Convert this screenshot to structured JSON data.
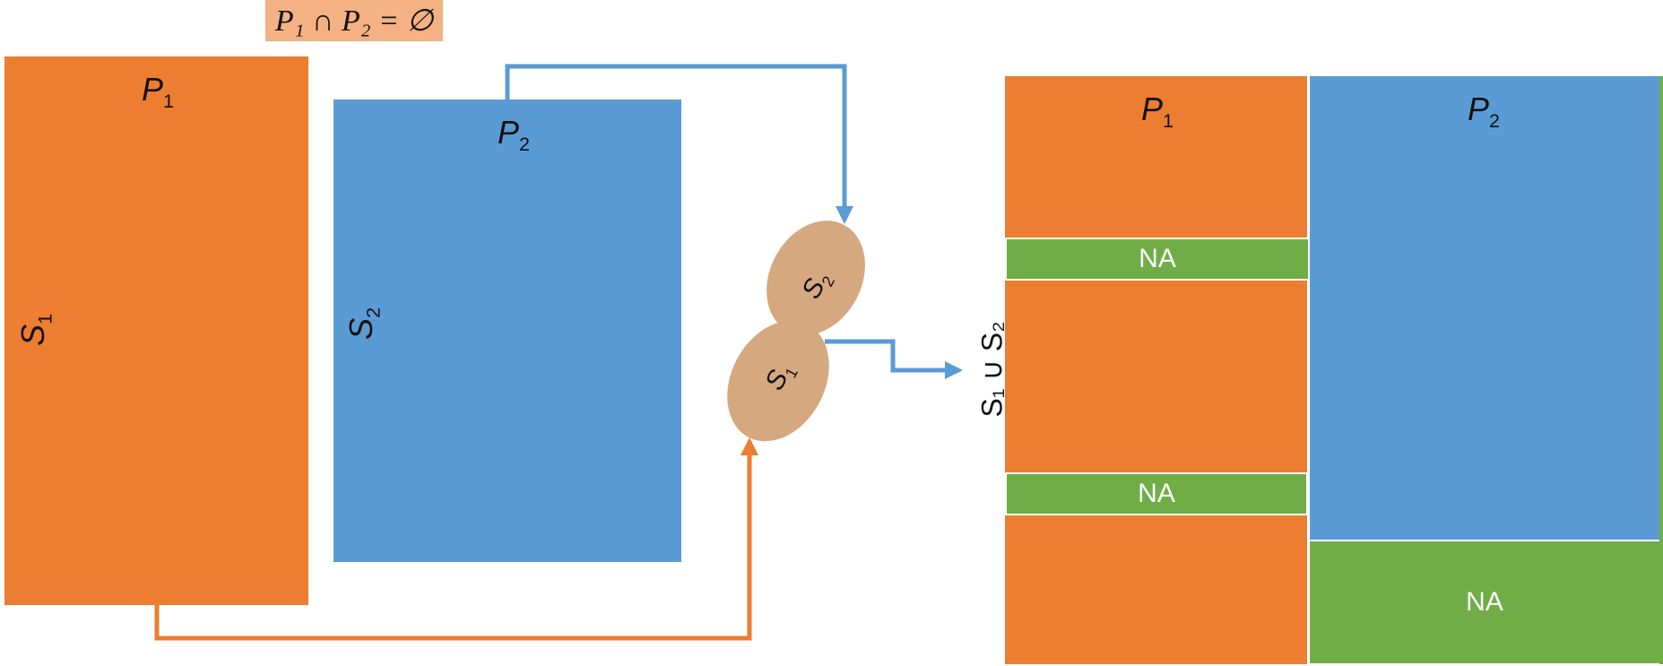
{
  "notation": {
    "disjoint": "P₁ ∩ P₂ = ∅"
  },
  "left_diagram": {
    "p1_label": "P",
    "p1_sub": "1",
    "s1_label": "S",
    "s1_sub": "1",
    "p2_label": "P",
    "p2_sub": "2",
    "s2_label": "S",
    "s2_sub": "2"
  },
  "merge": {
    "s1_label": "S",
    "s1_sub": "1",
    "s2_label": "S",
    "s2_sub": "2"
  },
  "result": {
    "union_label": "S₁ ∪ S₂",
    "p1_label": "P",
    "p1_sub": "1",
    "p2_label": "P",
    "p2_sub": "2",
    "na_top": "NA",
    "na_middle": "NA",
    "na_p2": "NA"
  },
  "colors": {
    "p1": "#ED7D31",
    "p2": "#5B9BD5",
    "na": "#70AD47",
    "merge": "#D6A880",
    "tag": "#F4B183"
  }
}
